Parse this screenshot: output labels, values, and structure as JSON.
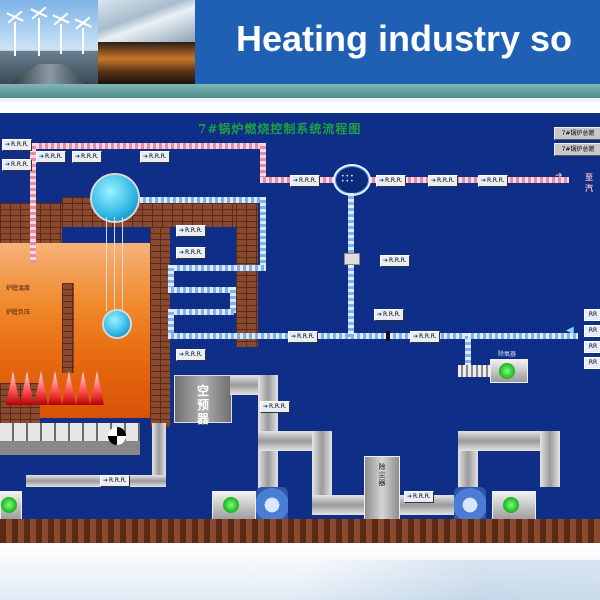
{
  "banner": {
    "title": "Heating industry so",
    "colors": {
      "background": "#1f5fb4",
      "rule": "#4f8c8c"
    }
  },
  "panel": {
    "title": "7#锅炉燃烧控制系统流程图",
    "background": "#0e2e88",
    "buttons": [
      "7#锅炉总貌",
      "7#锅炉总貌"
    ],
    "equipment": {
      "air_preheater": "空预器",
      "dust_collector": "除尘器",
      "deaerator_label": "除氧器"
    },
    "outlet_label": "至汽",
    "tags": {
      "top_left": [
        "R.R.R.",
        "R.R.R."
      ],
      "drum_upper": [
        "R.R.R.",
        "R.R.R.",
        "R.R.R."
      ],
      "header_left": [
        "R.R.R.",
        "R.R.R."
      ],
      "header_right": [
        "R.R.R.",
        "R.R.R."
      ],
      "mid": [
        "R.R.R.",
        "R.R.R.",
        "R.R.R.",
        "R.R.R."
      ],
      "feed": [
        "R.R.R.",
        "R.R.R.",
        "R.R.R."
      ],
      "fan": [
        "R.R.R.",
        "R.R.R.",
        "R.R.R."
      ]
    },
    "right_side_tags": [
      "RR",
      "RR",
      "RR",
      "RR"
    ]
  }
}
